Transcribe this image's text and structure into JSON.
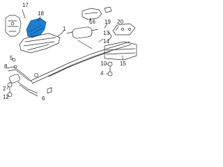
{
  "diagram": {
    "callouts": [
      {
        "label": "17"
      },
      {
        "label": "18"
      },
      {
        "label": "1"
      },
      {
        "label": "16"
      },
      {
        "label": "19"
      },
      {
        "label": "13"
      },
      {
        "label": "14"
      },
      {
        "label": "20"
      },
      {
        "label": "5"
      },
      {
        "label": "8"
      },
      {
        "label": "2"
      },
      {
        "label": "12"
      },
      {
        "label": "6"
      },
      {
        "label": "10"
      },
      {
        "label": "4"
      },
      {
        "label": "15"
      }
    ],
    "colors": {
      "line": "#2a2a2a",
      "highlight": "#1e7fd0",
      "background": "#ffffff"
    }
  }
}
